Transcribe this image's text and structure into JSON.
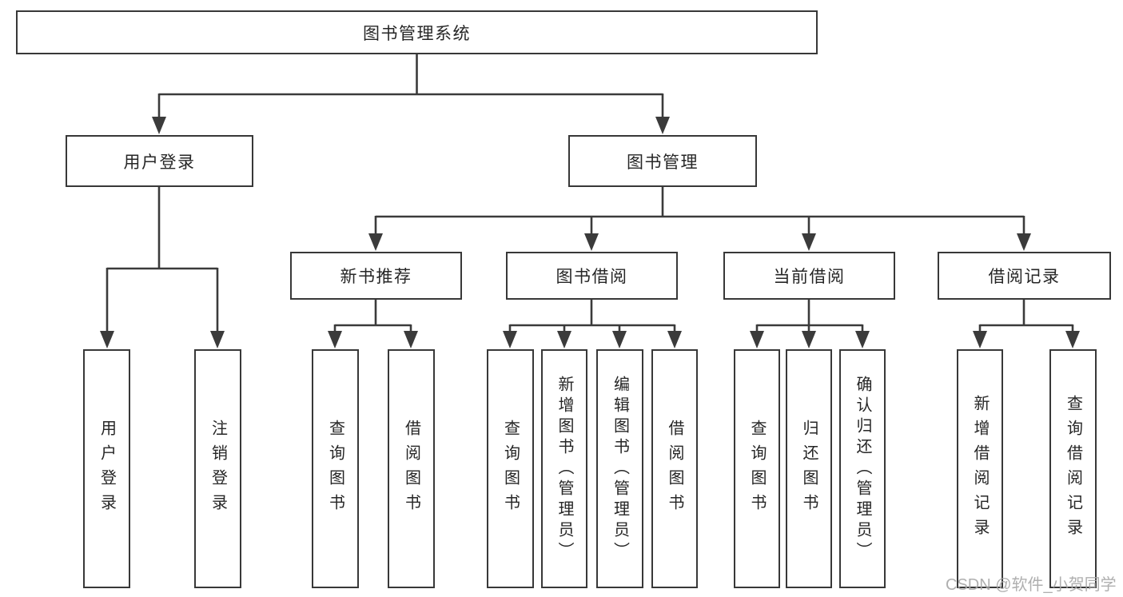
{
  "diagram": {
    "root": {
      "label": "图书管理系统"
    },
    "level2": [
      {
        "label": "用户登录"
      },
      {
        "label": "图书管理"
      }
    ],
    "level3": [
      {
        "label": "新书推荐"
      },
      {
        "label": "图书借阅"
      },
      {
        "label": "当前借阅"
      },
      {
        "label": "借阅记录"
      }
    ],
    "leaves": {
      "user_login": [
        {
          "label": "用户登录"
        },
        {
          "label": "注销登录"
        }
      ],
      "new_book_recommend": [
        {
          "label": "查询图书"
        },
        {
          "label": "借阅图书"
        }
      ],
      "book_borrowing": [
        {
          "label": "查询图书"
        },
        {
          "label": "新增图书（管理员）"
        },
        {
          "label": "编辑图书（管理员）"
        },
        {
          "label": "借阅图书"
        }
      ],
      "current_borrowing": [
        {
          "label": "查询图书"
        },
        {
          "label": "归还图书"
        },
        {
          "label": "确认归还（管理员）"
        }
      ],
      "borrowing_records": [
        {
          "label": "新增借阅记录"
        },
        {
          "label": "查询借阅记录"
        }
      ]
    }
  },
  "watermark": "CSDN @软件_小贺同学",
  "colors": {
    "line": "#3b3b3b",
    "box_border": "#383838",
    "box_fill": "#ffffff",
    "text": "#262626",
    "watermark_gray": "#a8a8a8",
    "background": "#ffffff"
  }
}
